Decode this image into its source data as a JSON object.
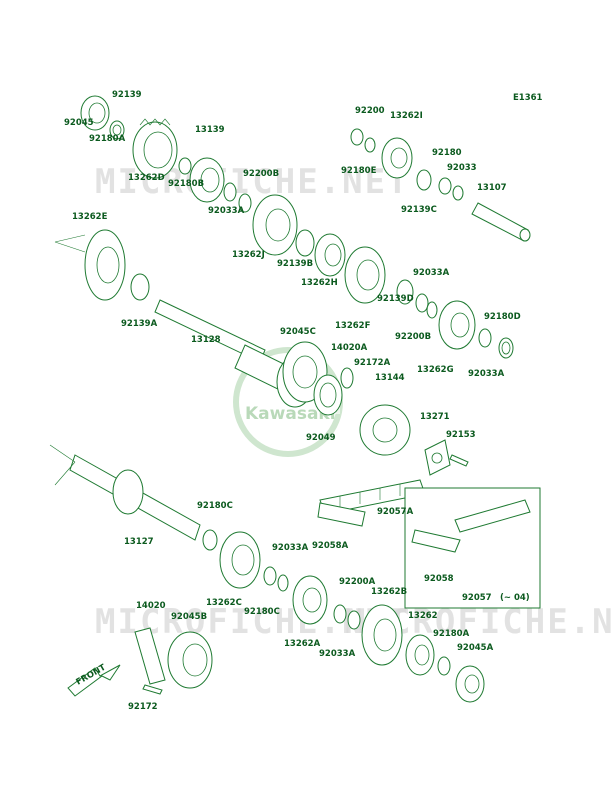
{
  "diagram_id": "E1361",
  "watermark_text": "MICROFICHE.NET",
  "logo_text": "Kawasaki",
  "front_arrow": "FRONT",
  "note": "(~ 04)",
  "colors": {
    "line": "#1f7a32",
    "label": "#0b5a1e",
    "watermark": "#d9d9d9"
  },
  "labels": [
    "92139",
    "92045",
    "92180A",
    "13139",
    "13262D",
    "92180B",
    "92200B",
    "92033A",
    "13262E",
    "13262J",
    "92139B",
    "13262H",
    "92139A",
    "92200",
    "13262I",
    "92180E",
    "92180",
    "92033",
    "92139C",
    "13107",
    "92033A",
    "92139D",
    "92200B",
    "92180D",
    "13262F",
    "13262G",
    "92033A",
    "13128",
    "92045C",
    "14020A",
    "92172A",
    "13144",
    "92049",
    "13271",
    "92153",
    "92057A",
    "92058A",
    "13127",
    "92180C",
    "92033A",
    "13262C",
    "92180C",
    "92200A",
    "13262B",
    "13262A",
    "92033A",
    "13262",
    "92180A",
    "14020",
    "92045B",
    "92045A",
    "92058",
    "92057",
    "92172"
  ]
}
